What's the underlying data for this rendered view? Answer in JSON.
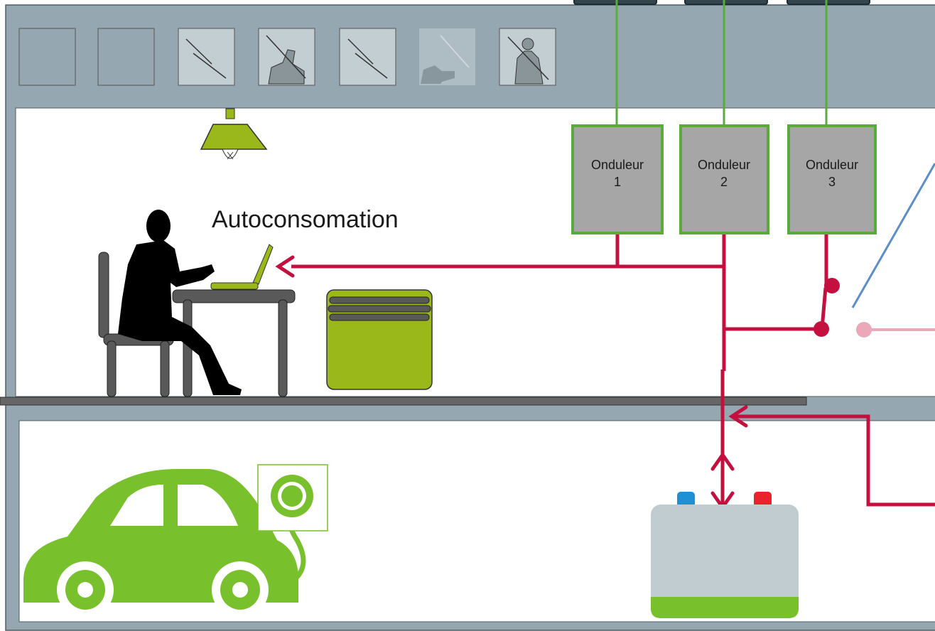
{
  "labels": {
    "autoconsommation": "Autoconsomation",
    "inverters": [
      {
        "line1": "Onduleur",
        "line2": "1"
      },
      {
        "line1": "Onduleur",
        "line2": "2"
      },
      {
        "line1": "Onduleur",
        "line2": "3"
      }
    ]
  },
  "colors": {
    "building": "#95a8b1",
    "building_border": "#4f5d63",
    "room": "#ffffff",
    "roof_tile": "#95a8b1",
    "roof_tile_glass": "#c3ced3",
    "solar_line": "#5aac3a",
    "power_line": "#c4103f",
    "power_line_faded": "#eaa8b8",
    "inverter_fill": "#a6a6a6",
    "inverter_border": "#5aac3a",
    "accent_green": "#9ab81a",
    "car_green": "#78c02c",
    "person": "#000000",
    "furniture": "#595959",
    "signal_blue": "#5b8ec9",
    "panel_dark": "#34464d"
  },
  "icons": [
    "roof-window-icon",
    "ceiling-lamp-icon",
    "person-at-laptop-icon",
    "radiator-icon",
    "electric-car-icon",
    "power-outlet-icon",
    "water-heater-icon",
    "switch-icon"
  ]
}
